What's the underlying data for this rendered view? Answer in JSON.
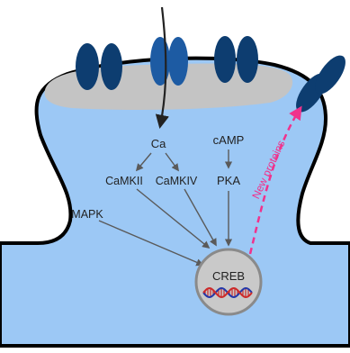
{
  "colors": {
    "cell_fill": "#9cc8f5",
    "membrane_stroke": "#000000",
    "psd_gray": "#c4c4c4",
    "receptor_dark": "#0d3d70",
    "receptor_mid": "#1d5ba3",
    "arrow": "#5a5a5a",
    "new_proteins": "#f0328c",
    "nucleus_fill": "#c9c9c9",
    "dna_red": "#cc2a2a",
    "dna_blue": "#2437a8"
  },
  "labels": {
    "ca": "Ca",
    "camp": "cAMP",
    "camkii": "CaMKII",
    "camkiv": "CaMKIV",
    "pka": "PKA",
    "mapk": "MAPK",
    "creb": "CREB",
    "new_proteins": "New proteins"
  }
}
